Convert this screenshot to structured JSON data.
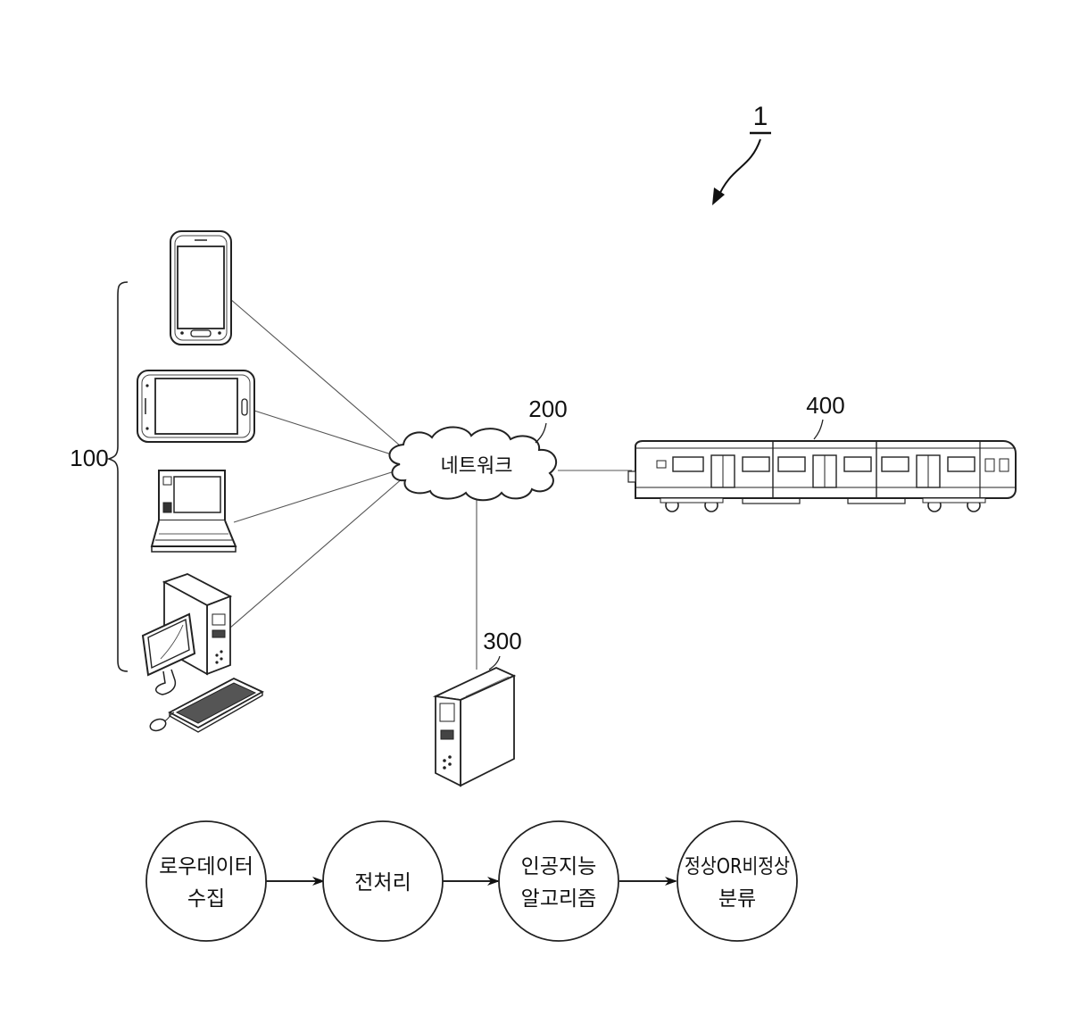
{
  "figure_label": "1",
  "nodes": {
    "user_terminals": {
      "ref": "100"
    },
    "network": {
      "ref": "200",
      "label": "네트워크"
    },
    "server": {
      "ref": "300"
    },
    "train": {
      "ref": "400"
    }
  },
  "process": [
    {
      "line1": "로우데이터",
      "line2": "수집"
    },
    {
      "line1": "전처리",
      "line2": ""
    },
    {
      "line1": "인공지능",
      "line2": "알고리즘"
    },
    {
      "line1": "정상OR비정상",
      "line2": "분류"
    }
  ]
}
